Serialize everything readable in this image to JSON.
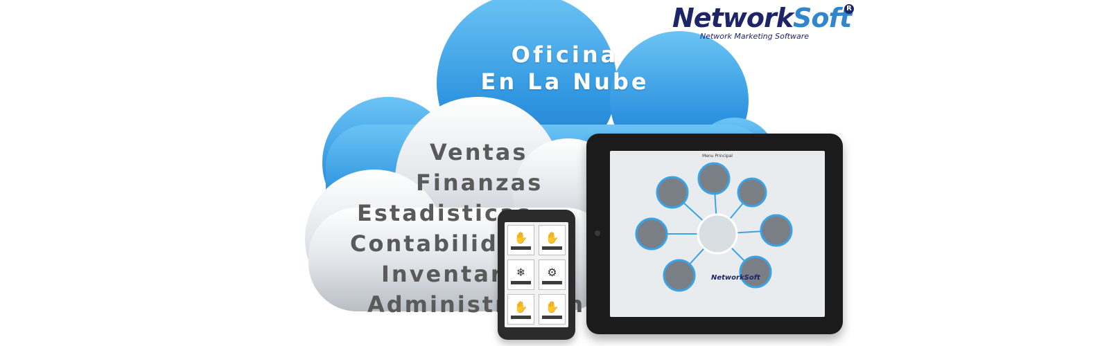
{
  "brand": {
    "name_part1": "Network",
    "name_part2": "Soft",
    "registered_mark": "R",
    "tagline": "Network Marketing Software"
  },
  "cloud_title": {
    "line1": "Oficina",
    "line2": "En La Nube"
  },
  "modules": [
    "Ventas",
    "Finanzas",
    "Estadisticas",
    "Contabilidad",
    "Inventario",
    "Administración"
  ],
  "tablet": {
    "screen_title": "Menu Principal",
    "center_brand": "NetworkSoft"
  },
  "colors": {
    "brand_dark": "#1e2468",
    "brand_light": "#2f86cc",
    "cloud_blue": "#3aa3e8",
    "cloud_gray": "#dfe3e8"
  }
}
